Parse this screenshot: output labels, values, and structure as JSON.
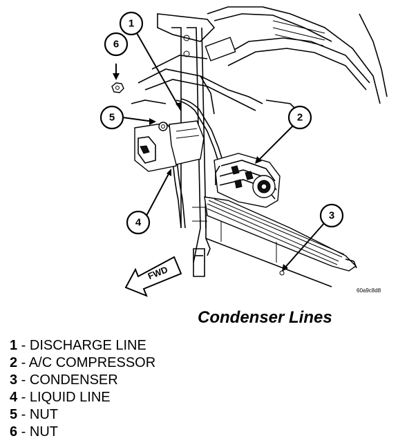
{
  "figure": {
    "callouts": [
      "1",
      "2",
      "3",
      "4",
      "5",
      "6"
    ],
    "direction_label": "FWD",
    "figure_code": "60a9c8d8"
  },
  "title": "Condenser Lines",
  "legend": [
    {
      "num": "1",
      "sep": " - ",
      "label": "DISCHARGE LINE"
    },
    {
      "num": "2",
      "sep": " - ",
      "label": "A/C COMPRESSOR"
    },
    {
      "num": "3",
      "sep": " - ",
      "label": "CONDENSER"
    },
    {
      "num": "4",
      "sep": " - ",
      "label": "LIQUID LINE"
    },
    {
      "num": "5",
      "sep": " - ",
      "label": "NUT"
    },
    {
      "num": "6",
      "sep": " - ",
      "label": "NUT"
    }
  ]
}
